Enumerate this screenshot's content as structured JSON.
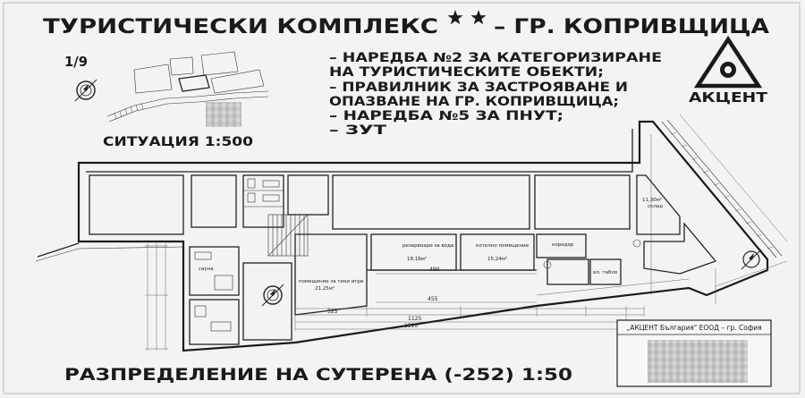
{
  "sheet": {
    "title": "ТУРИСТИЧЕСКИ КОМПЛЕКС",
    "title_city": "– ГР. КОПРИВЩИЦА",
    "category_icon": "two-stars-icon",
    "sheet_number": "1/9",
    "situation_label": "СИТУАЦИЯ 1:500",
    "plan_label": "РАЗПРЕДЕЛЕНИЕ НА СУТЕРЕНА (-252) 1:50"
  },
  "regulations": [
    "– НАРЕДБА №2 ЗА КАТЕГОРИЗИРАНЕ",
    "НА ТУРИСТИЧЕСКИТЕ ОБЕКТИ;",
    "– ПРАВИЛНИК ЗА ЗАСТРОЯВАНЕ И",
    "ОПАЗВАНЕ НА ГР. КОПРИВЩИЦА;",
    "– НАРЕДБА №5 ЗА ПНУТ;",
    "– ЗУТ"
  ],
  "logo": {
    "text": "АКЦЕНТ",
    "icon": "akcent-logo-icon"
  },
  "title_block": {
    "company": "„АКЦЕНТ България\" ЕООД – гр. София"
  },
  "rooms": [
    {
      "name": "резервоари за вода",
      "area": "18,18м²"
    },
    {
      "name": "котелно помещение",
      "area": "15,24м²"
    },
    {
      "name": "коридор"
    },
    {
      "name": "склад",
      "area": "11,30м²"
    },
    {
      "name": "помещение за тихи игри",
      "area": "21,25м²"
    },
    {
      "name": "сауна"
    },
    {
      "name": "ел. табло"
    }
  ],
  "dimensions": [
    "490",
    "455",
    "525",
    "1125",
    "1310"
  ],
  "icons": {
    "north": "north-arrow-icon",
    "star": "star-icon"
  },
  "colors": {
    "ink": "#1a1a1a",
    "paper": "#f3f3f3"
  }
}
